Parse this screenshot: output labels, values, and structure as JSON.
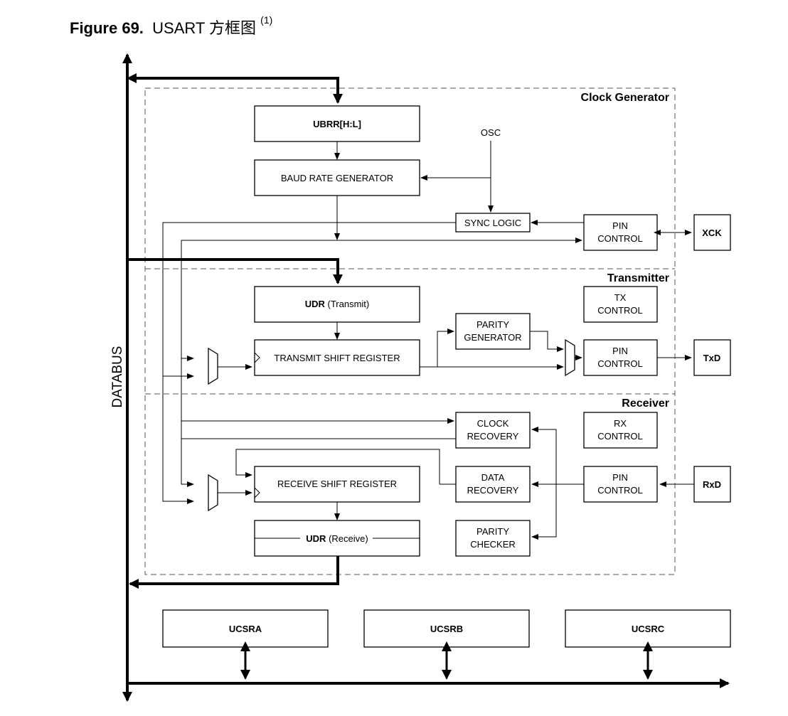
{
  "figure": {
    "number_label": "Figure 69.",
    "title": "USART 方框图",
    "note": "(1)"
  },
  "databus_label": "DATABUS",
  "sections": {
    "clock_generator": "Clock Generator",
    "transmitter": "Transmitter",
    "receiver": "Receiver"
  },
  "blocks": {
    "ubrr": "UBRR[H:L]",
    "osc": "OSC",
    "baud_rate_generator": "BAUD RATE GENERATOR",
    "sync_logic": "SYNC LOGIC",
    "pin_control_xck": [
      "PIN",
      "CONTROL"
    ],
    "xck": "XCK",
    "udr_transmit_main": "UDR",
    "udr_transmit_sub": "(Transmit)",
    "tx_control": [
      "TX",
      "CONTROL"
    ],
    "parity_generator": [
      "PARITY",
      "GENERATOR"
    ],
    "transmit_shift_register": "TRANSMIT SHIFT REGISTER",
    "pin_control_txd": [
      "PIN",
      "CONTROL"
    ],
    "txd": "TxD",
    "clock_recovery": [
      "CLOCK",
      "RECOVERY"
    ],
    "rx_control": [
      "RX",
      "CONTROL"
    ],
    "receive_shift_register": "RECEIVE SHIFT REGISTER",
    "data_recovery": [
      "DATA",
      "RECOVERY"
    ],
    "pin_control_rxd": [
      "PIN",
      "CONTROL"
    ],
    "rxd": "RxD",
    "udr_receive_main": "UDR",
    "udr_receive_sub": "(Receive)",
    "parity_checker": [
      "PARITY",
      "CHECKER"
    ],
    "ucsra": "UCSRA",
    "ucsrb": "UCSRB",
    "ucsrc": "UCSRC"
  }
}
